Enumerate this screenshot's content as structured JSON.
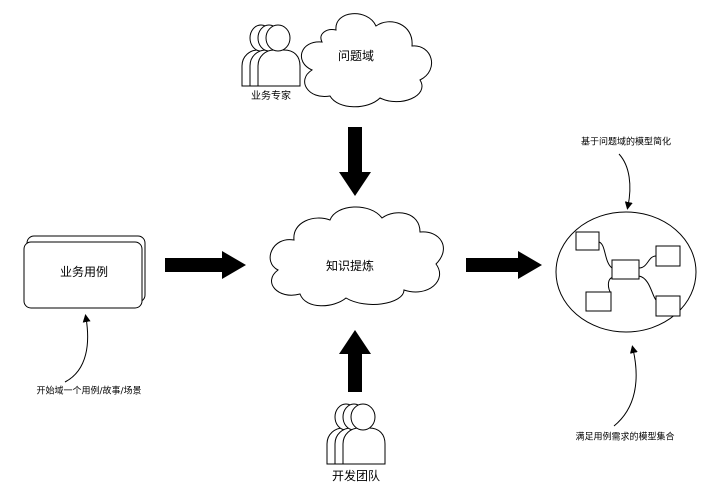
{
  "labels": {
    "problem_domain": "问题域",
    "business_expert": "业务专家",
    "use_cases": "业务用例",
    "knowledge_refine": "知识提炼",
    "dev_team": "开发团队",
    "model_simplify_note": "基于问题域的模型简化",
    "start_domain_note": "开始域一个用例/故事/场景",
    "model_collection_note": "满足用例需求的模型集合"
  },
  "colors": {
    "stroke": "#000000",
    "fill": "#ffffff",
    "arrow": "#000000"
  },
  "icons": {
    "people": "people-group-icon"
  }
}
